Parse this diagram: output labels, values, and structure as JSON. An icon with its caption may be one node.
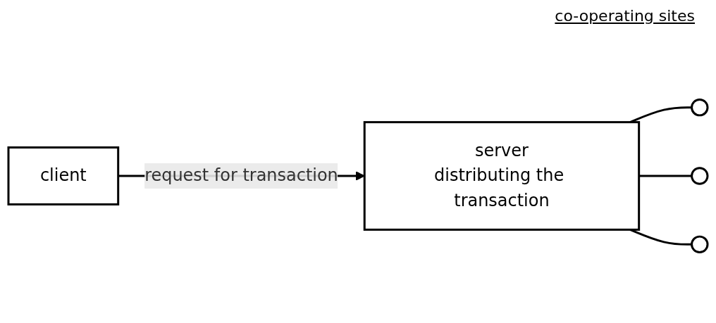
{
  "diagram": {
    "nodes": [
      {
        "text": [
          "client"
        ]
      },
      {
        "text": [
          "server",
          "distributing the transaction"
        ]
      },
      {
        "text": [],
        "shape": "circle"
      },
      {
        "text": [],
        "shape": "circle"
      },
      {
        "text": [],
        "shape": "circle"
      }
    ],
    "edges": [
      {
        "from": 0,
        "to": 1,
        "arrow": "to",
        "label": "request for transaction"
      },
      {
        "from": 1,
        "to": 2,
        "arrow": "none"
      },
      {
        "from": 1,
        "to": 3,
        "arrow": "none"
      },
      {
        "from": 1,
        "to": 4,
        "arrow": "none"
      }
    ],
    "labels": [
      "co-operating sites"
    ]
  }
}
